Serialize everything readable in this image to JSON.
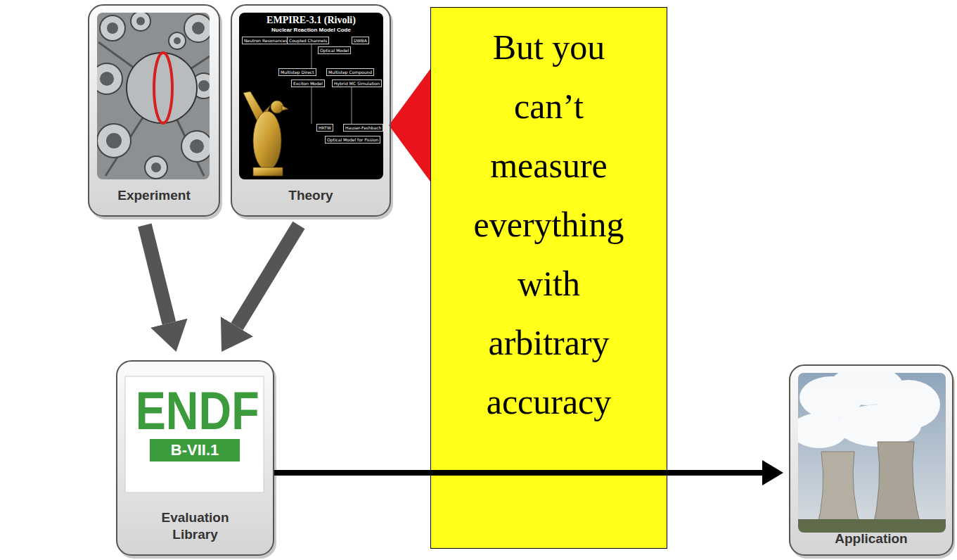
{
  "diagram": {
    "nodes": [
      {
        "text": [
          "Experiment"
        ]
      },
      {
        "text": [
          "Theory"
        ]
      },
      {
        "text": [
          "But you can’t measure everything with arbitrary accuracy"
        ]
      },
      {
        "text": [
          "Evaluation Library"
        ]
      },
      {
        "text": [
          "Application"
        ]
      }
    ],
    "edges": [
      {
        "from": 0,
        "to": 3,
        "arrow": "to"
      },
      {
        "from": 1,
        "to": 3,
        "arrow": "to"
      },
      {
        "from": 3,
        "to": 4,
        "arrow": "to"
      }
    ],
    "labels": [
      "EMPIRE-3.1 (Rivoli)",
      "Nuclear Reaction Model Code",
      "Neutron Resonances",
      "Coupled Channels",
      "DWBA",
      "Optical Model",
      "Multistep Direct",
      "Multistep Compound",
      "Exciton Model",
      "Hybrid MC Simulation",
      "HRTW",
      "Hauser-Feshbach",
      "Optical Model for Fission",
      "ENDF",
      "B-VII.1"
    ]
  }
}
